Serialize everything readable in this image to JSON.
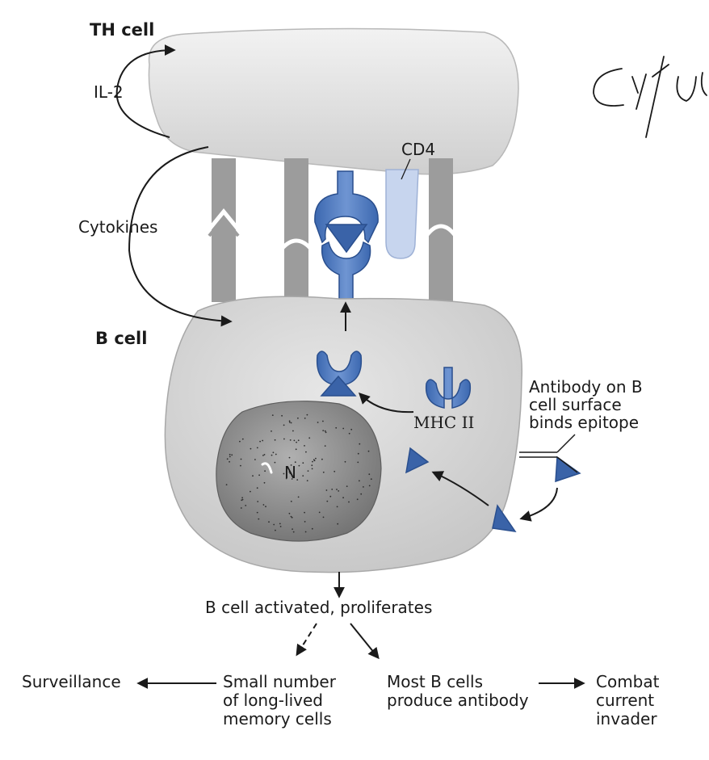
{
  "labels": {
    "th_cell": "TH cell",
    "il2": "IL-2",
    "cd4": "CD4",
    "cytokines": "Cytokines",
    "b_cell": "B cell",
    "antibody": "Antibody on B\ncell surface\nbinds epitope",
    "mhc": "MHC II",
    "nucleus": "N",
    "activated": "B cell activated, proliferates",
    "surveillance": "Surveillance",
    "memory": "Small number\nof long-lived\nmemory cells",
    "most": "Most B cells\nproduce antibody",
    "combat": "Combat\ncurrent\ninvader",
    "handwriting": "Cyto"
  },
  "colors": {
    "receptor_blue": "#3a63a8",
    "cd4_light": "#c7d5ee",
    "cell_gray": "#d4d4d4",
    "pillar_gray": "#9c9c9c",
    "nucleus_gray": "#8e8e8e"
  }
}
